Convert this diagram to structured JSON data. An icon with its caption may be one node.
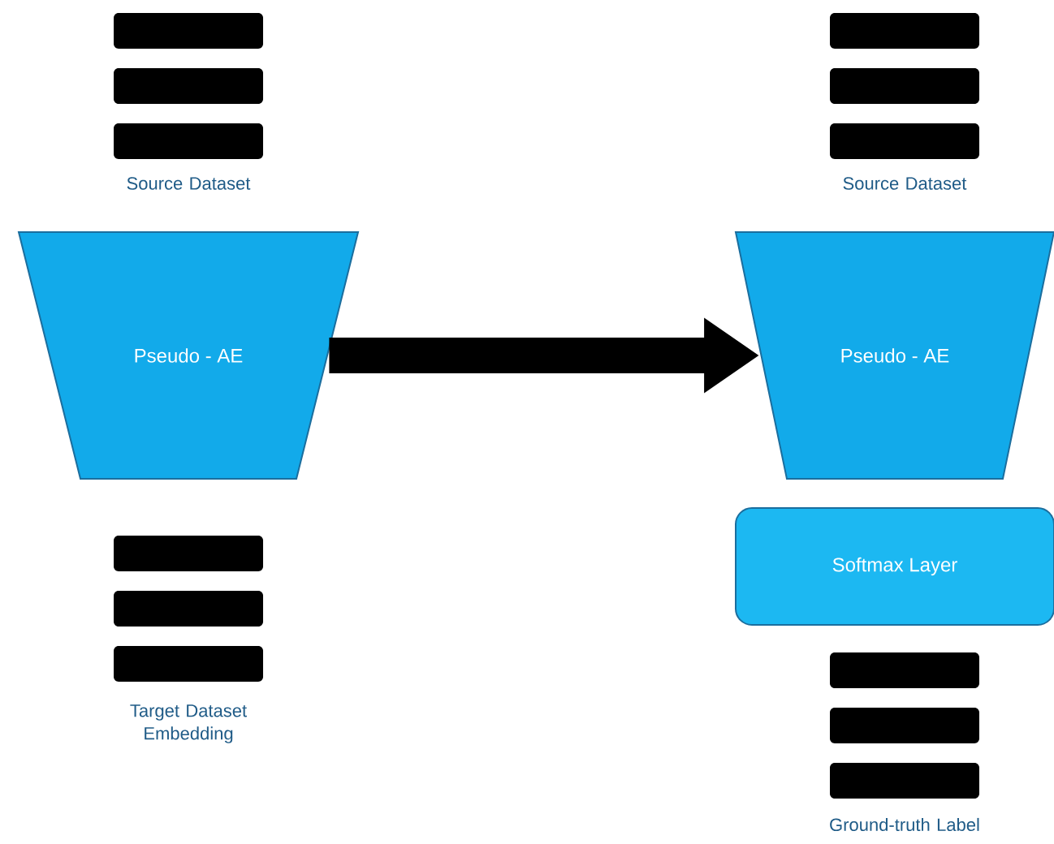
{
  "diagram": {
    "nodes": [
      {
        "text": [
          "Source Dataset"
        ]
      },
      {
        "text": [
          "Pseudo - AE"
        ]
      },
      {
        "text": [
          "Target Dataset Embedding"
        ]
      },
      {
        "text": [
          "Source Dataset"
        ]
      },
      {
        "text": [
          "Pseudo - AE"
        ]
      },
      {
        "text": [
          "Softmax Layer"
        ]
      },
      {
        "text": [
          "Ground-truth Label"
        ]
      }
    ],
    "edges": [
      {
        "from": 1,
        "to": 4,
        "arrow": "to"
      }
    ]
  }
}
